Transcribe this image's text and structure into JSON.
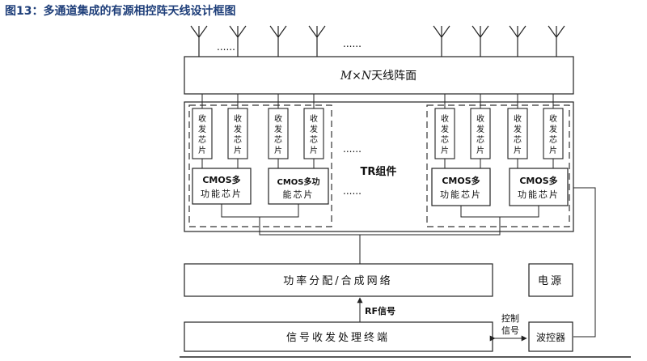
{
  "caption": "图13：多通道集成的有源相控阵天线设计框图",
  "antenna_array": {
    "label_m": "M",
    "label_times": "×",
    "label_n": "N",
    "label_rest": "天线阵面"
  },
  "ellipsis": "......",
  "chip_label": [
    "收",
    "发",
    "芯",
    "片"
  ],
  "cmos_left": {
    "line1": "CMOS多",
    "line2": "功能芯片"
  },
  "cmos_mid": {
    "line1": "CMOS多功",
    "line2": "能芯片"
  },
  "cmos_right1": {
    "line1": "CMOS多",
    "line2": "功能芯片"
  },
  "cmos_right2": {
    "line1": "CMOS多",
    "line2": "功能芯片"
  },
  "tr_label": "TR组件",
  "power_divider": "功率分配/合成网络",
  "power_supply": "电源",
  "rf_signal": "RF信号",
  "control_signal": {
    "line1": "控制",
    "line2": "信号"
  },
  "signal_terminal": "信号收发处理终端",
  "beam_controller": "波控器"
}
